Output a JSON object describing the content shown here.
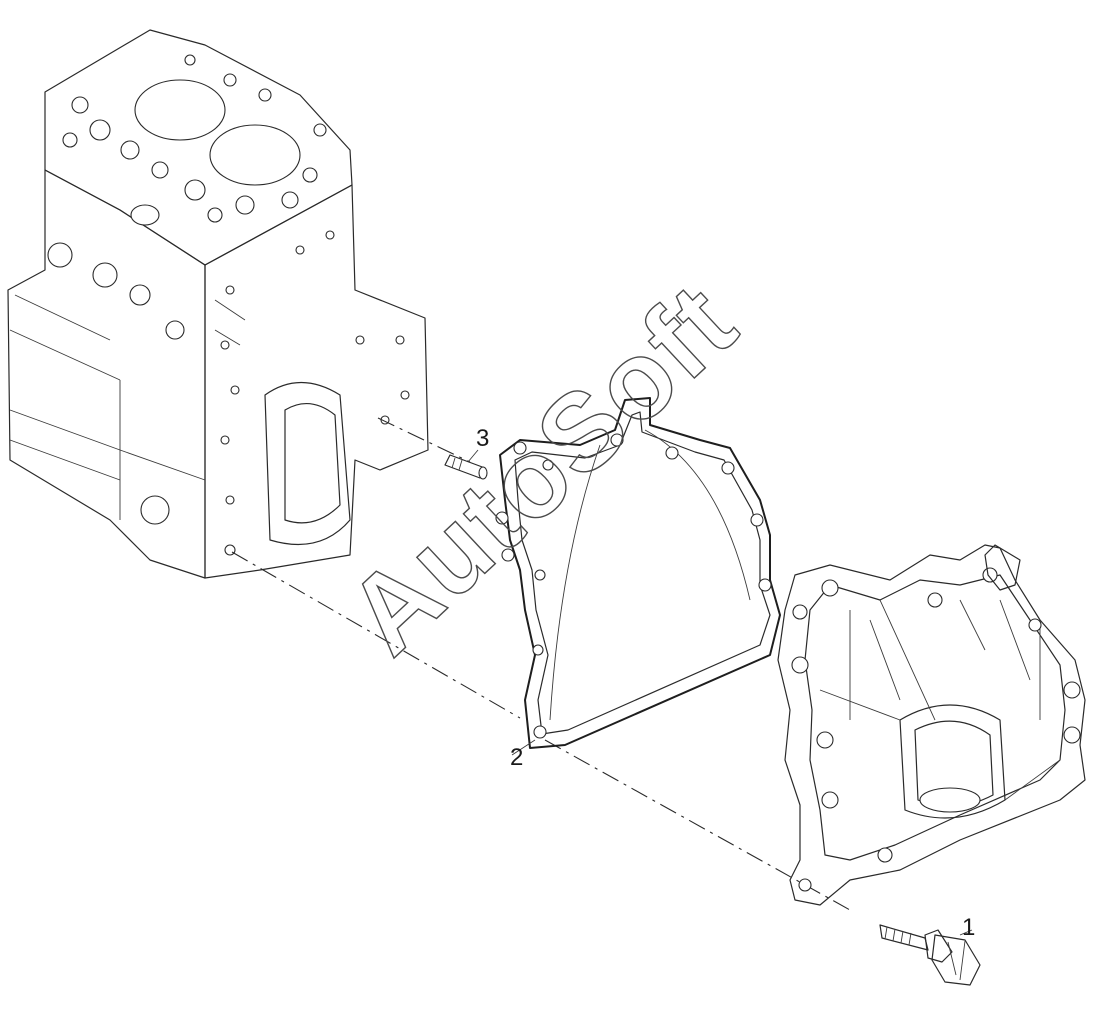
{
  "callouts": [
    {
      "id": "bolt",
      "label": "1"
    },
    {
      "id": "gasket",
      "label": "2"
    },
    {
      "id": "dowel",
      "label": "3"
    }
  ],
  "watermark": "AutoSoft",
  "colors": {
    "line": "#2a2a2a",
    "background": "#ffffff",
    "watermark": "#4a4a4a"
  }
}
